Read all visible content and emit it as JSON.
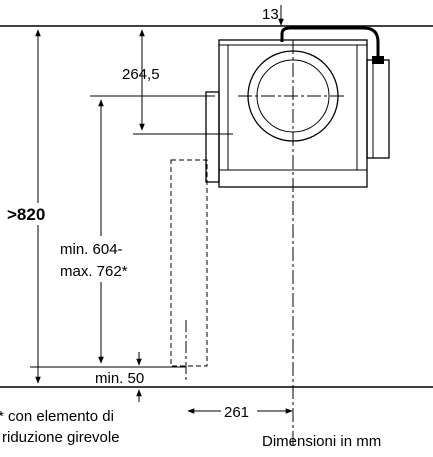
{
  "dimensions": {
    "top_offset": "13",
    "hood_height": "264,5",
    "min_height": ">820",
    "range_line1": "min. 604-",
    "range_line2": "max. 762*",
    "min_clearance": "min. 50",
    "duct_offset": "261"
  },
  "footnote": {
    "line1": "* con elemento di",
    "line2": "riduzione girevole"
  },
  "caption": "Dimensioni in mm"
}
